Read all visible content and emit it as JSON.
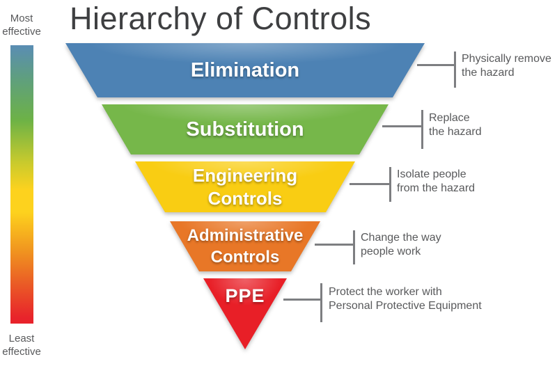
{
  "title": "Hierarchy of Controls",
  "scale": {
    "most_label_lines": [
      "Most",
      "effective"
    ],
    "least_label_lines": [
      "Least",
      "effective"
    ],
    "gradient_colors": [
      "#5a8db4",
      "#6db246",
      "#fdd21e",
      "#f0941f",
      "#e8232b"
    ]
  },
  "levels": [
    {
      "label": "Elimination",
      "label_lines": [
        "Elimination"
      ],
      "color": "#4d82b4",
      "description_lines": [
        "Physically remove",
        "the hazard"
      ]
    },
    {
      "label": "Substitution",
      "label_lines": [
        "Substitution"
      ],
      "color": "#76b74a",
      "description_lines": [
        "Replace",
        "the hazard"
      ]
    },
    {
      "label": "Engineering Controls",
      "label_lines": [
        "Engineering",
        "Controls"
      ],
      "color": "#f9cd13",
      "description_lines": [
        "Isolate people",
        "from the hazard"
      ]
    },
    {
      "label": "Administrative Controls",
      "label_lines": [
        "Administrative",
        "Controls"
      ],
      "color": "#e87727",
      "description_lines": [
        "Change the way",
        "people work"
      ]
    },
    {
      "label": "PPE",
      "label_lines": [
        "PPE"
      ],
      "color": "#e81f27",
      "description_lines": [
        "Protect the worker with",
        "Personal Protective Equipment"
      ]
    }
  ],
  "text_color": "#58595b",
  "connector_color": "#7d7e81"
}
